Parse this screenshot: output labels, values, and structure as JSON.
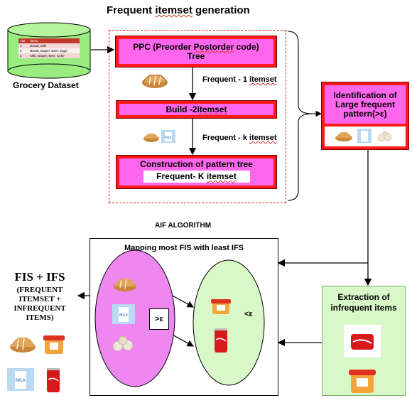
{
  "title": {
    "prefix": "Frequent ",
    "underlined": "itemset",
    "suffix": " generation"
  },
  "dataset": {
    "label": "Grocery Dataset",
    "table": {
      "headers": [
        "TID",
        "Items"
      ],
      "rows": [
        [
          "1",
          "Bread, Milk"
        ],
        [
          "2",
          "Bread, Diaper, Beer, Eggs"
        ],
        [
          "3",
          "Milk, Diaper, Beer, Coke"
        ]
      ]
    }
  },
  "steps": {
    "ppc": {
      "line1_a": "PPC (Preorder ",
      "line1_b": "Postorder",
      "line1_c": " code)",
      "line2": "Tree"
    },
    "freq1": {
      "a": "Frequent - 1 ",
      "b": "itemset"
    },
    "build2": {
      "a": "Build -2 ",
      "b": "itemset"
    },
    "freqk": {
      "a": "Frequent - k ",
      "b": "itemset"
    },
    "construct": {
      "line1": "Construction of pattern tree",
      "line2_a": "Frequent- K ",
      "line2_b": "itemset"
    }
  },
  "identification": {
    "line1": "Identification of",
    "line2": "Large frequent",
    "line3": "pattern(>ε)"
  },
  "aif_label": "AIF ALGORITHM",
  "mapping_title": "Mapping most FIS with least IFS",
  "symbols": {
    "gt": ">ε",
    "lt": "<ε"
  },
  "extraction": {
    "line1": "Extraction of",
    "line2": "infrequent items"
  },
  "fis_ifs": {
    "title": "FIS + IFS",
    "lines": [
      "(FREQUENT",
      "ITEMSET +",
      "INFREQUENT",
      "ITEMS)"
    ]
  },
  "icons": {
    "bread": "bread-icon",
    "milk": "milk-icon",
    "eggs": "eggs-icon",
    "coke": "coke-can-icon",
    "candy": "candy-tub-icon"
  },
  "colors": {
    "red": "#ff1a1a",
    "pink": "#ff66ee",
    "green": "#d8f8c8",
    "violet": "#ee88f0"
  }
}
